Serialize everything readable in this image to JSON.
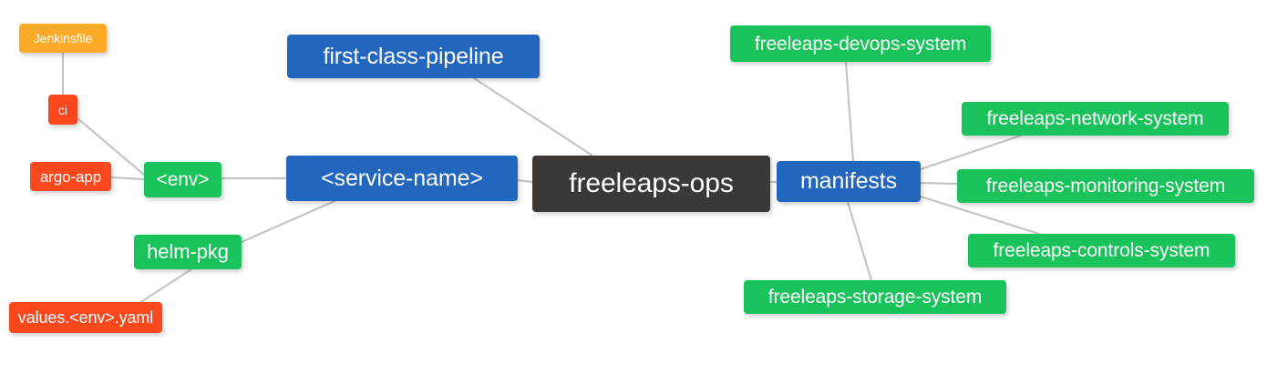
{
  "diagram": {
    "title": "freeleaps-ops",
    "type": "mindmap",
    "background": "#ffffff",
    "edge_color": "#c4c4c4",
    "palette": {
      "root": "#3c3836",
      "blue": "#2266be",
      "green": "#19c25b",
      "orange": "#fbaa28",
      "red": "#f9481e",
      "text": "#ffffff"
    }
  },
  "nodes": {
    "root": {
      "label": "freeleaps-ops",
      "color": "#3c3836"
    },
    "service_name": {
      "label": "<service-name>",
      "color": "#2266be"
    },
    "pipeline": {
      "label": "first-class-pipeline",
      "color": "#2266be"
    },
    "manifests": {
      "label": "manifests",
      "color": "#2266be"
    },
    "env": {
      "label": "<env>",
      "color": "#19c25b"
    },
    "ci": {
      "label": "ci",
      "color": "#f9481e"
    },
    "jenkinsfile": {
      "label": "Jenkinsfile",
      "color": "#fbaa28"
    },
    "argo_app": {
      "label": "argo-app",
      "color": "#f9481e"
    },
    "helm_pkg": {
      "label": "helm-pkg",
      "color": "#19c25b"
    },
    "values_yaml": {
      "label": "values.<env>.yaml",
      "color": "#f9481e"
    },
    "devops_system": {
      "label": "freeleaps-devops-system",
      "color": "#19c25b"
    },
    "network_system": {
      "label": "freeleaps-network-system",
      "color": "#19c25b"
    },
    "monitoring_system": {
      "label": "freeleaps-monitoring-system",
      "color": "#19c25b"
    },
    "controls_system": {
      "label": "freeleaps-controls-system",
      "color": "#19c25b"
    },
    "storage_system": {
      "label": "freeleaps-storage-system",
      "color": "#19c25b"
    }
  },
  "edges": [
    {
      "from": "root",
      "to": "pipeline"
    },
    {
      "from": "root",
      "to": "service_name"
    },
    {
      "from": "root",
      "to": "manifests"
    },
    {
      "from": "service_name",
      "to": "env"
    },
    {
      "from": "service_name",
      "to": "helm_pkg"
    },
    {
      "from": "env",
      "to": "ci"
    },
    {
      "from": "env",
      "to": "argo_app"
    },
    {
      "from": "ci",
      "to": "jenkinsfile"
    },
    {
      "from": "helm_pkg",
      "to": "values_yaml"
    },
    {
      "from": "manifests",
      "to": "devops_system"
    },
    {
      "from": "manifests",
      "to": "network_system"
    },
    {
      "from": "manifests",
      "to": "monitoring_system"
    },
    {
      "from": "manifests",
      "to": "controls_system"
    },
    {
      "from": "manifests",
      "to": "storage_system"
    }
  ]
}
